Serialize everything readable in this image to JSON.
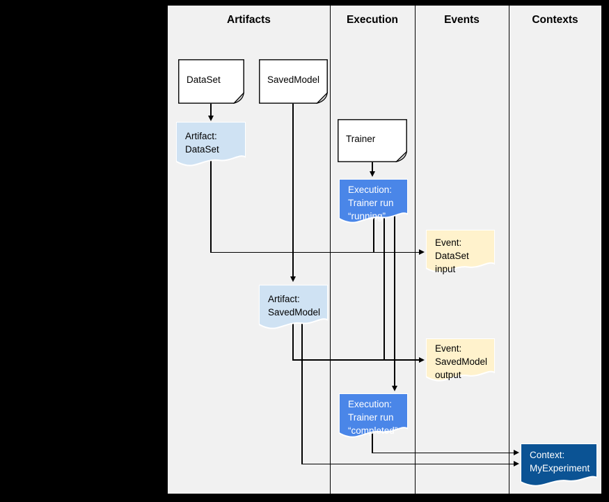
{
  "diagram": {
    "columns": [
      {
        "label": "Artifacts"
      },
      {
        "label": "Execution"
      },
      {
        "label": "Events"
      },
      {
        "label": "Contexts"
      }
    ],
    "nodes": {
      "dataset_doc": {
        "label": "DataSet"
      },
      "savedmodel_doc": {
        "label": "SavedModel"
      },
      "trainer_doc": {
        "label": "Trainer"
      },
      "artifact_dataset": {
        "label": "Artifact:\nDataSet"
      },
      "artifact_savedmodel": {
        "label": "Artifact:\nSavedModel"
      },
      "execution_running": {
        "label": "Execution:\nTrainer run\n“running”"
      },
      "execution_completed": {
        "label": "Execution:\nTrainer run\n“completed”"
      },
      "event_dataset_input": {
        "label": "Event:\nDataSet input"
      },
      "event_savedmodel_output": {
        "label": "Event:\nSavedModel\noutput"
      },
      "context_myexperiment": {
        "label": "Context:\nMyExperiment"
      }
    },
    "colors": {
      "background": "#000000",
      "canvas": "#f1f1f1",
      "artifact_fill": "#cfe2f3",
      "execution_fill": "#4a86e8",
      "event_fill": "#fff2cc",
      "context_fill": "#0b5394",
      "document_fill": "#ffffff",
      "line": "#000000",
      "text_dark": "#000000",
      "text_light": "#ffffff"
    }
  }
}
